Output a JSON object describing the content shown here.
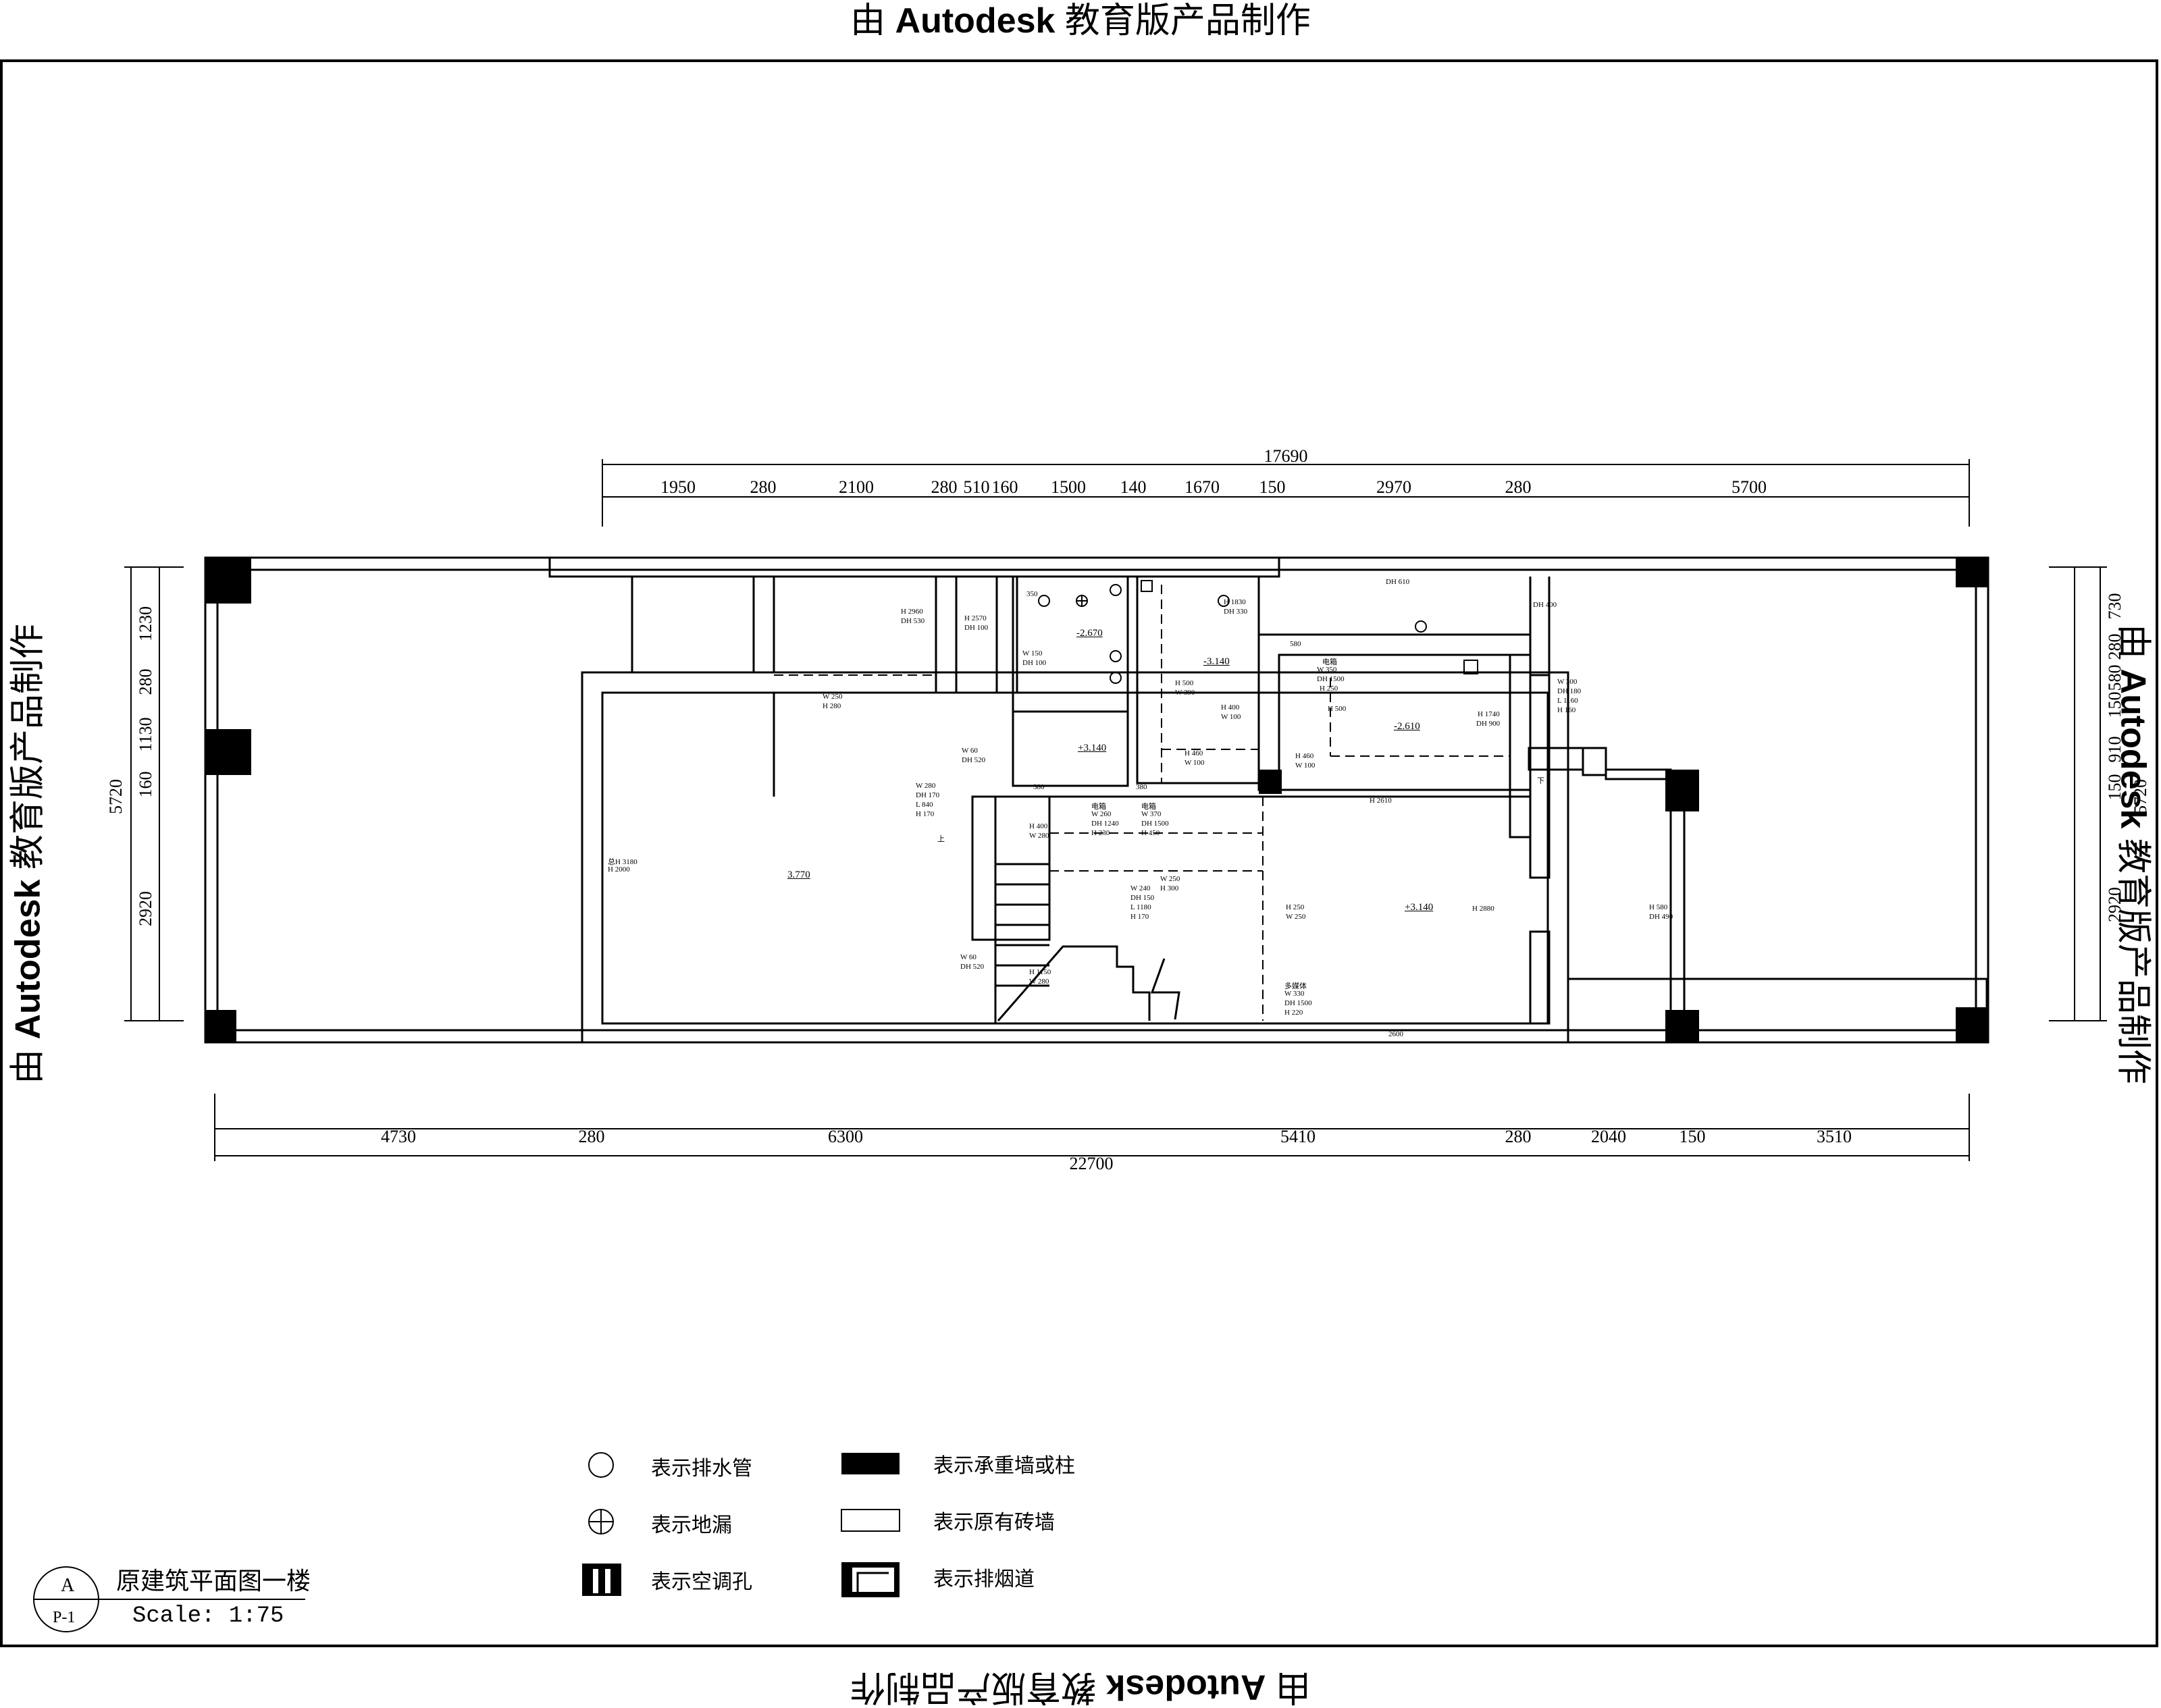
{
  "watermark": {
    "prefix": "由 ",
    "brand": "Autodesk",
    "suffix": " 教育版产品制作"
  },
  "drawing": {
    "top_dims": {
      "total": "17690",
      "segments": [
        "1950",
        "280",
        "2100",
        "280",
        "510",
        "160",
        "1500",
        "140",
        "1670",
        "150",
        "2970",
        "280",
        "5700"
      ]
    },
    "bottom_dims": {
      "total": "22700",
      "segments": [
        "4730",
        "280",
        "6300",
        "5410",
        "280",
        "2040",
        "150",
        "3510"
      ]
    },
    "left_dims": {
      "total": "5720",
      "segments": [
        "1230",
        "280",
        "1130",
        "160",
        "2920"
      ]
    },
    "right_dims": {
      "total": "5720",
      "segments": [
        "730",
        "280",
        "580",
        "150",
        "910",
        "150",
        "2920"
      ]
    },
    "elevations": [
      "3.770",
      "-2.670",
      "+3.140",
      "-3.140",
      "-2.610",
      "+3.140"
    ],
    "notes": [
      "H 2960",
      "DH 530",
      "H 2570",
      "DH 100",
      "W 150",
      "DH 100",
      "W 250",
      "H 280",
      "W 60",
      "DH 520",
      "W 280",
      "DH 170",
      "L 840",
      "H 170",
      "H 1830",
      "DH 330",
      "H 500",
      "W 390",
      "H 400",
      "W 100",
      "H 460",
      "W 100",
      "580",
      "电箱",
      "W 350",
      "DH 1500",
      "H 250",
      "H 500",
      "H 1740",
      "DH 900",
      "H 460",
      "W 100",
      "DH 610",
      "DH 400",
      "W 300",
      "DH 180",
      "L 1160",
      "H 160",
      "H 2610",
      "H 400",
      "W 280",
      "电箱",
      "W 260",
      "DH 1240",
      "H 230",
      "电箱",
      "W 370",
      "DH 1500",
      "H 450",
      "W 250",
      "H 300",
      "W 240",
      "DH 150",
      "L 1180",
      "H 170",
      "总H 3180",
      "H 2000",
      "H 250",
      "W 250",
      "H 2880",
      "H 580",
      "DH 490",
      "W 60",
      "DH 520",
      "H 1150",
      "W 280",
      "多媒体",
      "W 330",
      "DH 1500",
      "H 220",
      "2600",
      "380",
      "380",
      "350",
      "下",
      "上"
    ]
  },
  "legend": {
    "items": [
      {
        "icon": "drain-pipe-icon",
        "label": "表示排水管"
      },
      {
        "icon": "floor-drain-icon",
        "label": "表示地漏"
      },
      {
        "icon": "ac-hole-icon",
        "label": "表示空调孔"
      },
      {
        "icon": "load-bearing-wall-icon",
        "label": "表示承重墙或柱"
      },
      {
        "icon": "brick-wall-icon",
        "label": "表示原有砖墙"
      },
      {
        "icon": "flue-icon",
        "label": "表示排烟道"
      }
    ]
  },
  "title_block": {
    "letter": "A",
    "sheet": "P-1",
    "name": "原建筑平面图一楼",
    "scale": "Scale: 1:75"
  }
}
